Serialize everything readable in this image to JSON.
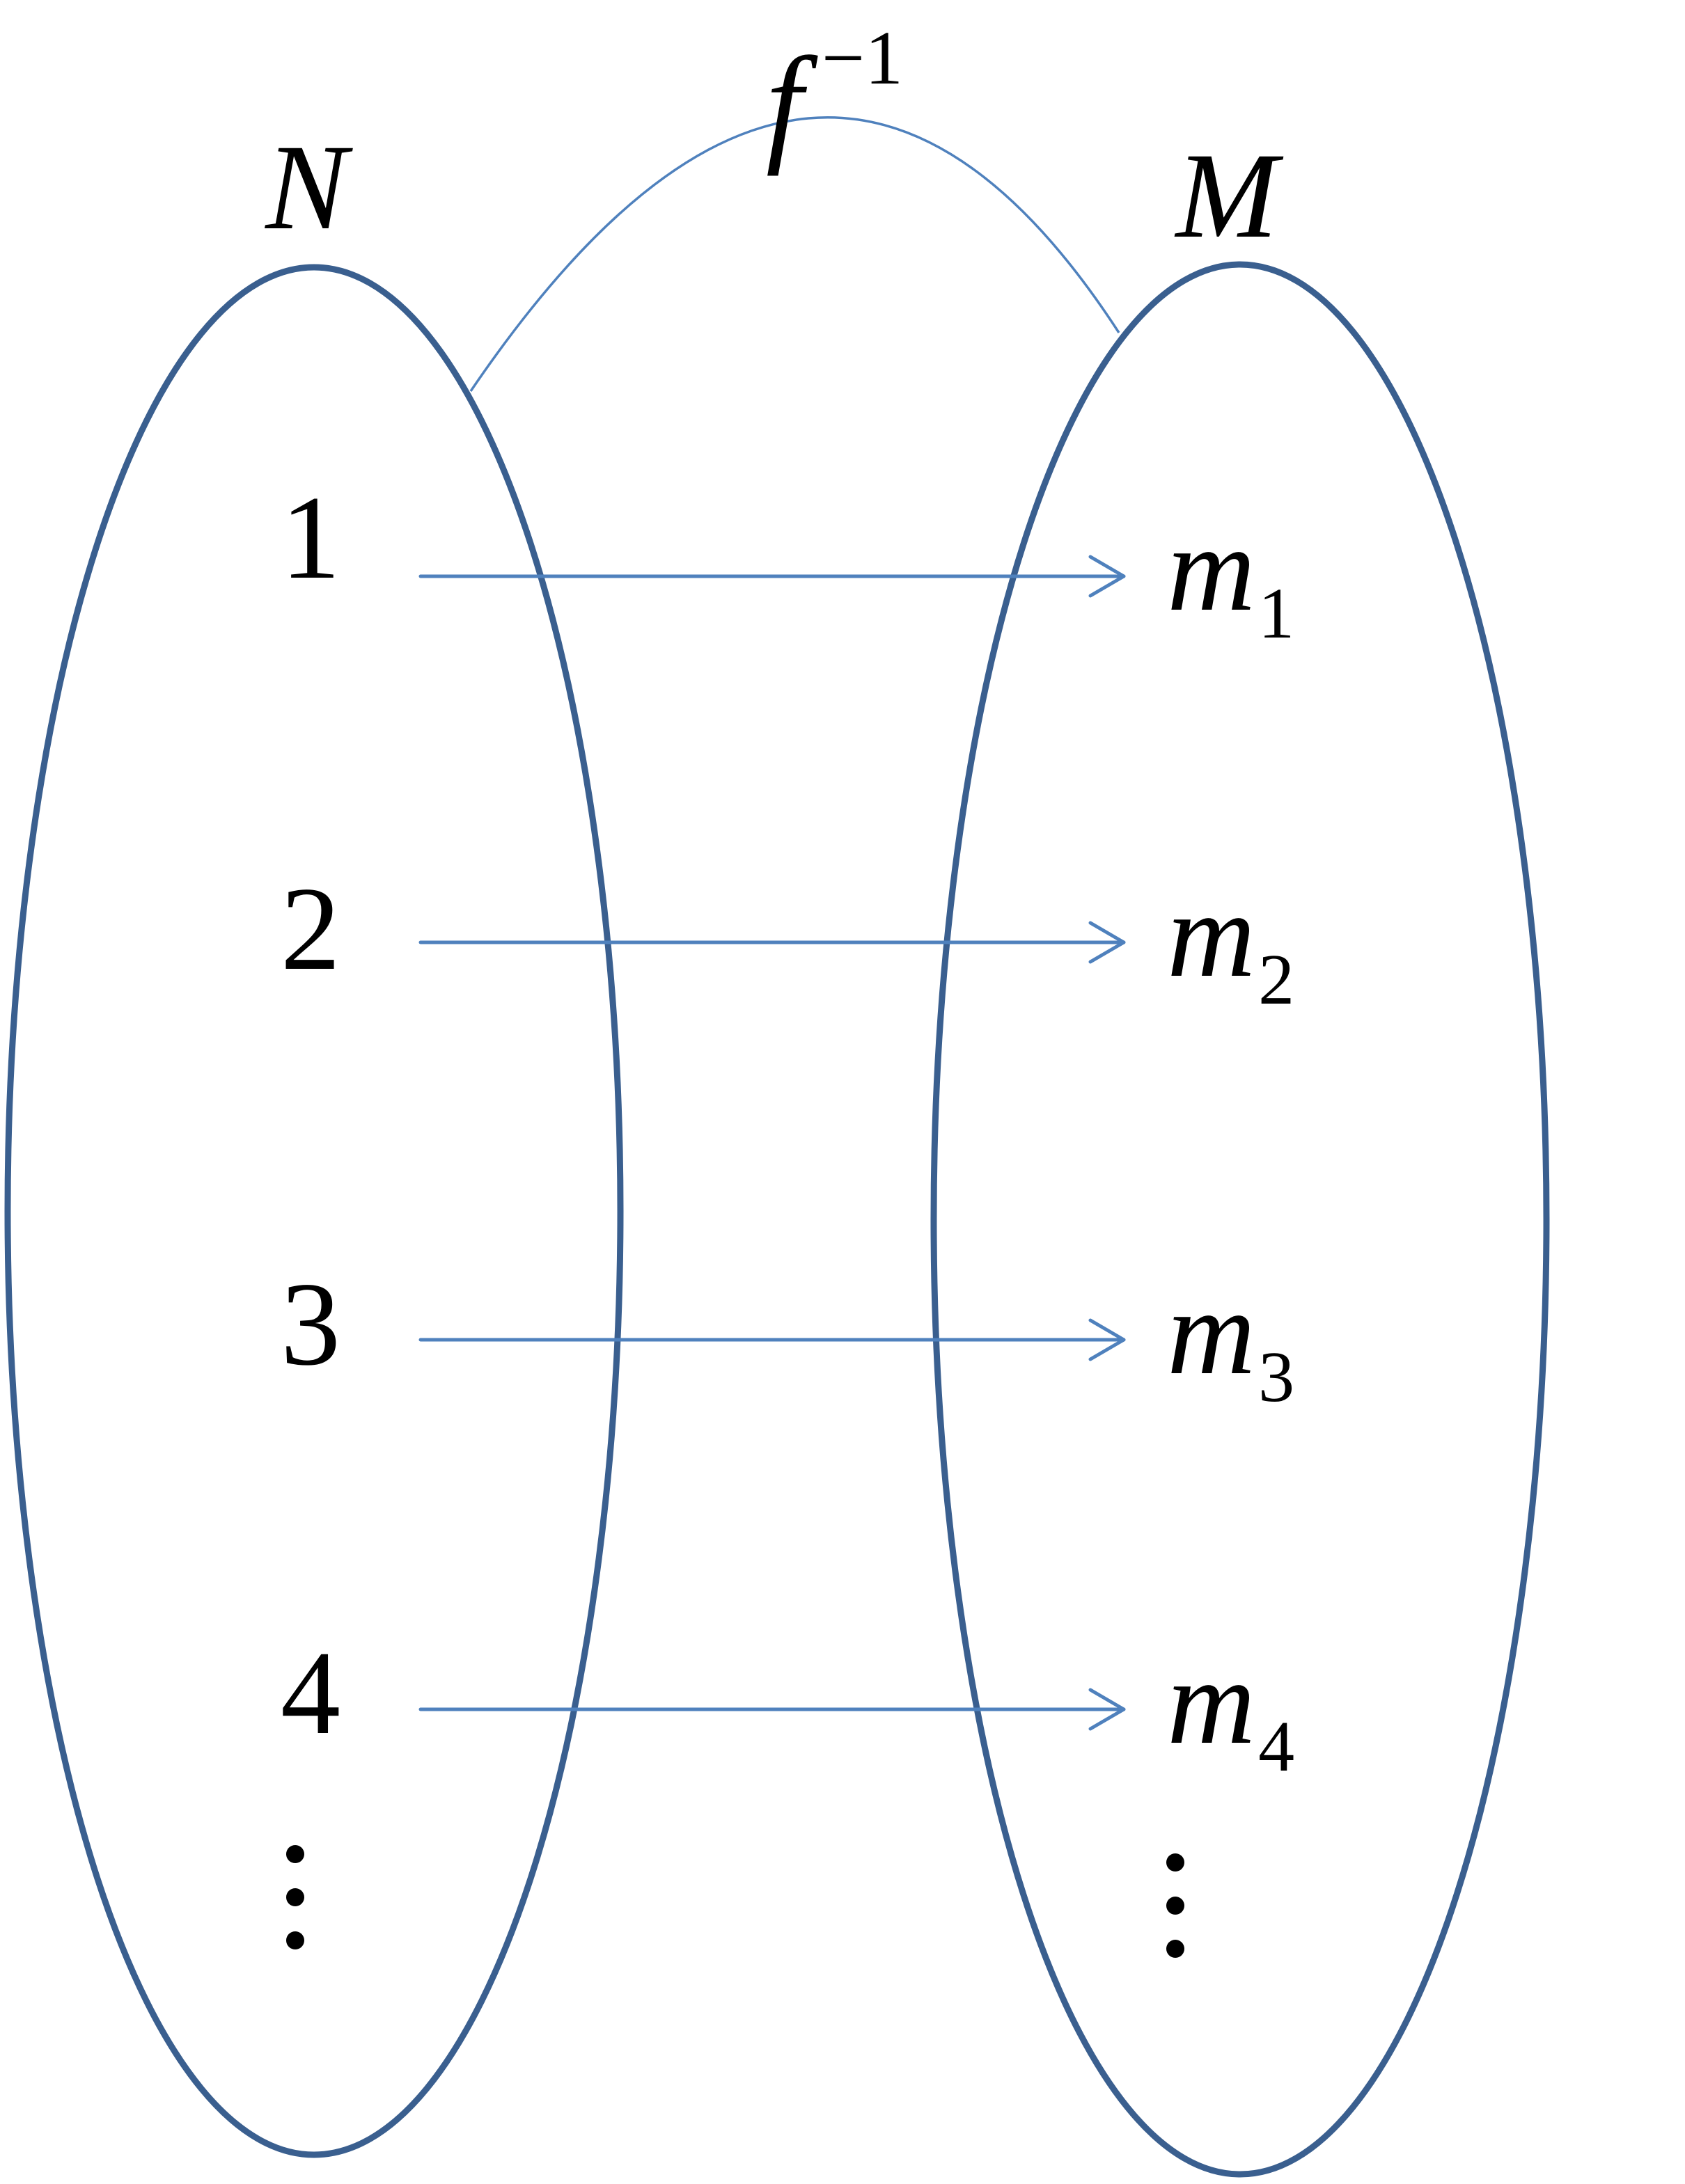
{
  "title": "",
  "sets": {
    "domain": {
      "label": "N",
      "elements": [
        "1",
        "2",
        "3",
        "4"
      ],
      "continuation": "⋮"
    },
    "codomain": {
      "label": "M",
      "elements": [
        {
          "base": "m",
          "sub": "1"
        },
        {
          "base": "m",
          "sub": "2"
        },
        {
          "base": "m",
          "sub": "3"
        },
        {
          "base": "m",
          "sub": "4"
        }
      ],
      "continuation": "⋮"
    }
  },
  "mapping": {
    "name": "f",
    "superscript": "−1"
  },
  "colors": {
    "set_outline": "#3a5f8f",
    "arrow": "#4f81bd",
    "text": "#000000",
    "background": "#ffffff"
  }
}
